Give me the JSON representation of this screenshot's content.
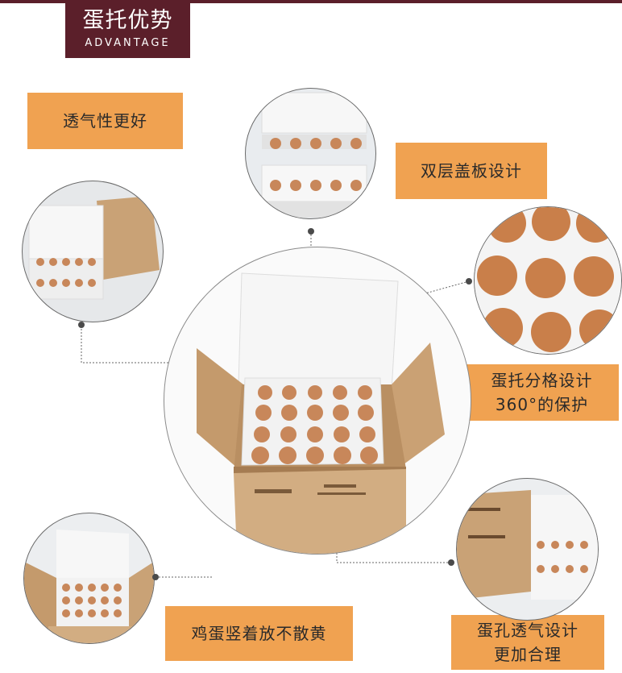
{
  "header": {
    "title": "蛋托优势",
    "subtitle": "ADVANTAGE"
  },
  "labels": {
    "breathable": "透气性更好",
    "double_layer": "双层盖板设计",
    "divider_line1": "蛋托分格设计",
    "divider_line2": "360°的保护",
    "upright": "鸡蛋竖着放不散黄",
    "holes_line1": "蛋孔透气设计",
    "holes_line2": "更加合理"
  },
  "colors": {
    "header_bg": "#5b1f2a",
    "label_bg": "#f0a251",
    "foam": "#f4f4f4",
    "carton": "#c9a276",
    "egg": "#c8875a"
  }
}
